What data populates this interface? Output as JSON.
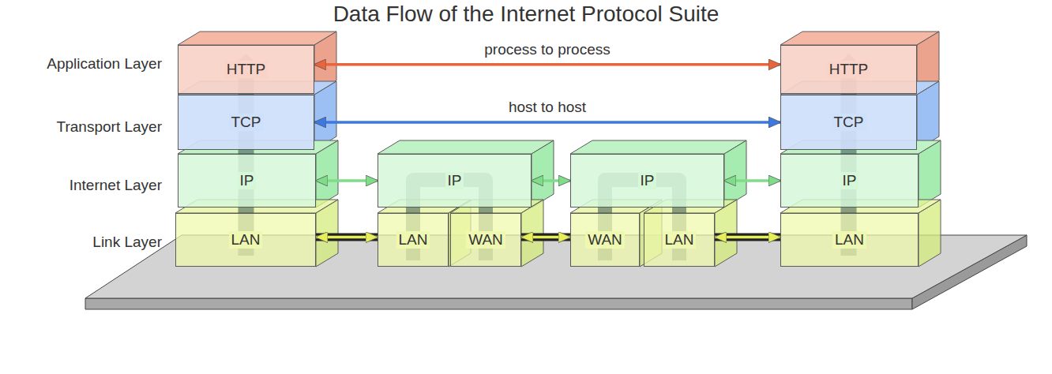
{
  "diagram": {
    "title": "Data Flow of the Internet Protocol Suite",
    "nodes": [
      {
        "text": [
          "HTTP"
        ]
      },
      {
        "text": [
          "HTTP"
        ]
      },
      {
        "text": [
          "TCP"
        ]
      },
      {
        "text": [
          "TCP"
        ]
      },
      {
        "text": [
          "IP"
        ]
      },
      {
        "text": [
          "IP"
        ]
      },
      {
        "text": [
          "IP"
        ]
      },
      {
        "text": [
          "IP"
        ]
      },
      {
        "text": [
          "LAN"
        ]
      },
      {
        "text": [
          "LAN"
        ]
      },
      {
        "text": [
          "WAN"
        ]
      },
      {
        "text": [
          "WAN"
        ]
      },
      {
        "text": [
          "LAN"
        ]
      },
      {
        "text": [
          "LAN"
        ]
      }
    ],
    "edges": [
      {
        "from": 0,
        "to": 1,
        "label": "process to process",
        "arrow": "both"
      },
      {
        "from": 2,
        "to": 3,
        "label": "host to host",
        "arrow": "both"
      },
      {
        "from": 4,
        "to": 5,
        "arrow": "both"
      },
      {
        "from": 5,
        "to": 6,
        "arrow": "both"
      },
      {
        "from": 6,
        "to": 7,
        "arrow": "both"
      },
      {
        "from": 8,
        "to": 9,
        "arrow": "both"
      },
      {
        "from": 10,
        "to": 11,
        "arrow": "both"
      },
      {
        "from": 12,
        "to": 13,
        "arrow": "both"
      }
    ],
    "labels": [
      "Application Layer",
      "Transport Layer",
      "Internet Layer",
      "Link Layer"
    ]
  }
}
